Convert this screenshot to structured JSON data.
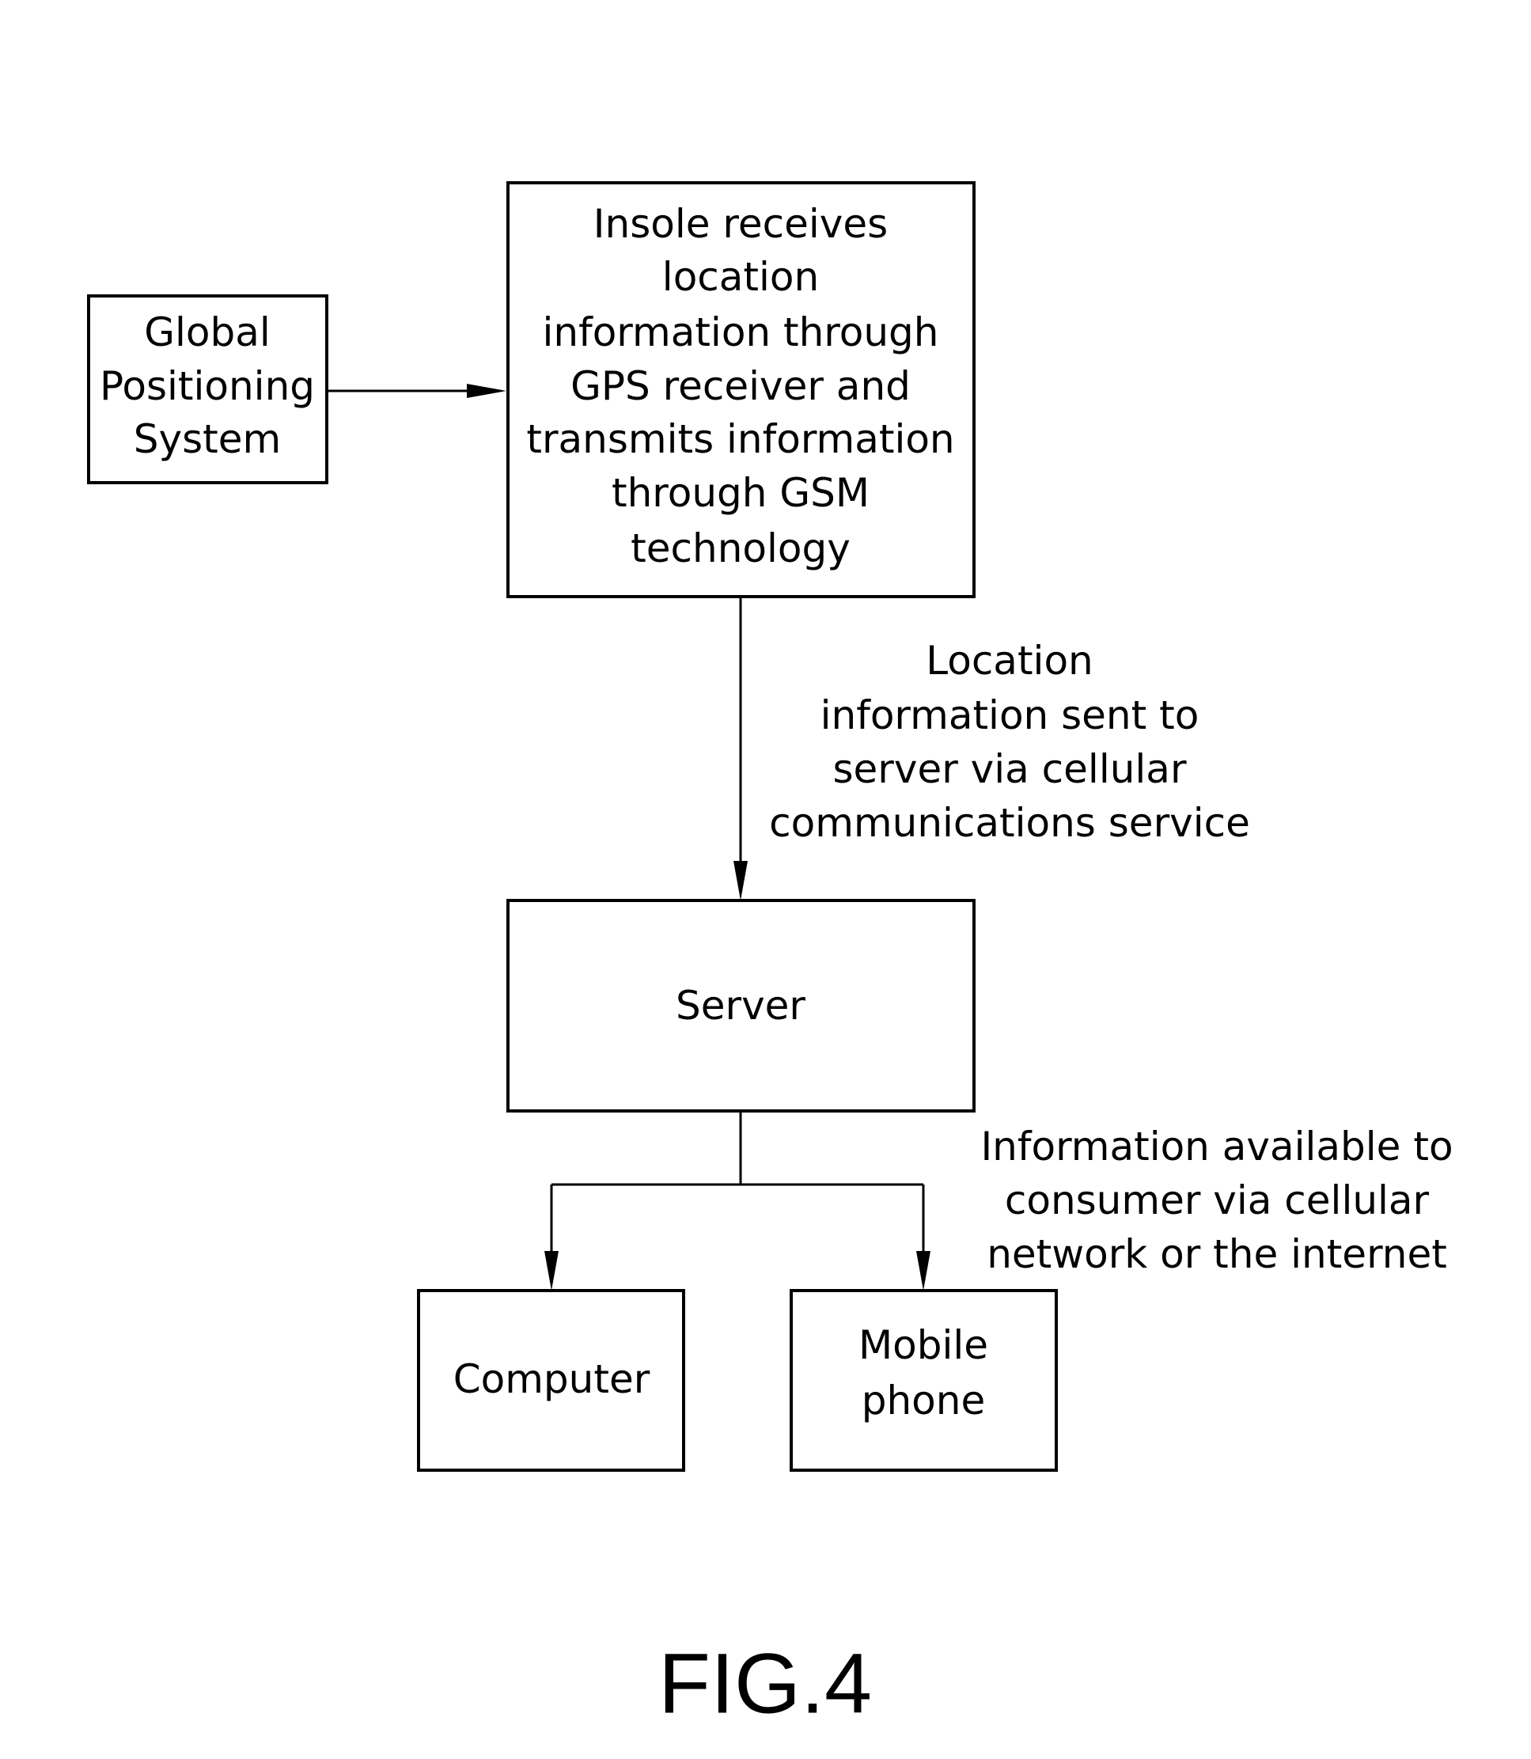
{
  "diagram": {
    "boxes": {
      "gps": {
        "lines": [
          "Global",
          "Positioning",
          "System"
        ]
      },
      "insole": {
        "lines": [
          "Insole receives",
          "location",
          "information through",
          "GPS receiver and",
          "transmits information",
          "through GSM",
          "technology"
        ]
      },
      "server": {
        "lines": [
          "Server"
        ]
      },
      "computer": {
        "lines": [
          "Computer"
        ]
      },
      "mobile": {
        "lines": [
          "Mobile",
          "phone"
        ]
      }
    },
    "annotations": {
      "location": {
        "lines": [
          "Location",
          "information sent to",
          "server via cellular",
          "communications service"
        ]
      },
      "info": {
        "lines": [
          "Information available to",
          "consumer via cellular",
          "network or the internet"
        ]
      }
    },
    "edges": [
      {
        "from": "gps",
        "to": "insole"
      },
      {
        "from": "insole",
        "to": "server"
      },
      {
        "from": "server",
        "to": "computer"
      },
      {
        "from": "server",
        "to": "mobile"
      }
    ],
    "caption": "FIG.4"
  }
}
